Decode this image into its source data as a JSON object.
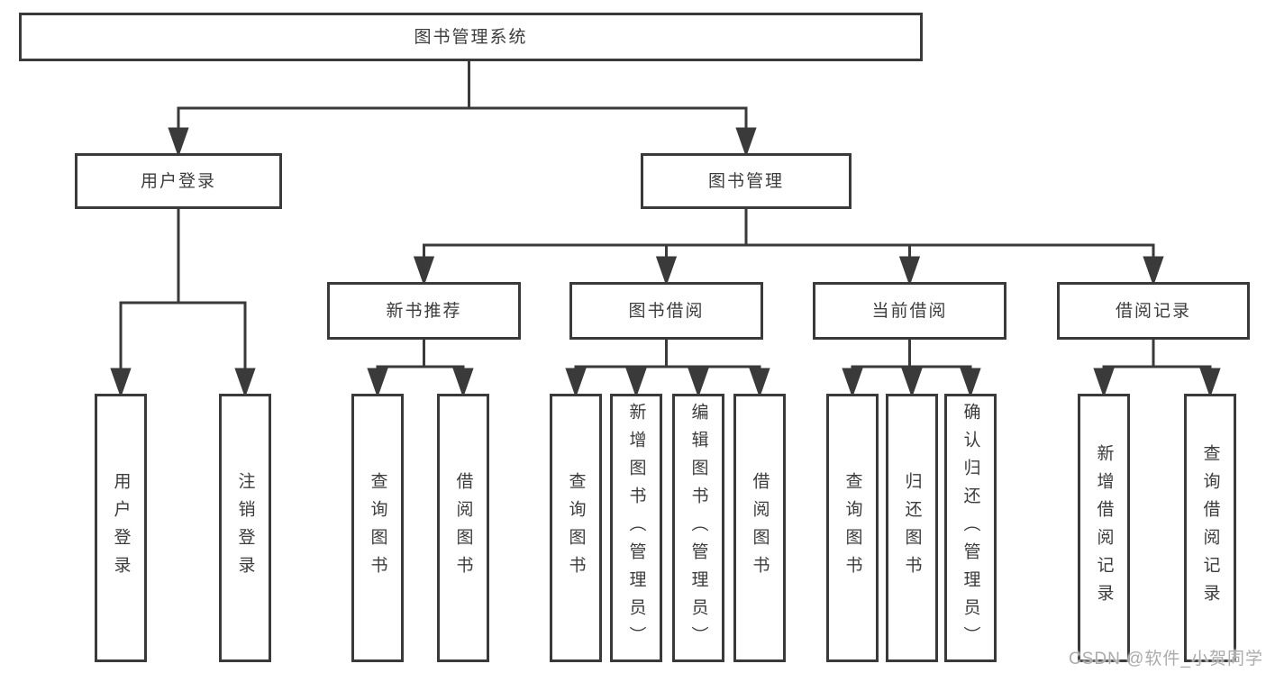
{
  "diagram": {
    "tree": {
      "label": "图书管理系统",
      "children": [
        {
          "label": "用户登录",
          "children": [
            {
              "label": "用户登录"
            },
            {
              "label": "注销登录"
            }
          ]
        },
        {
          "label": "图书管理",
          "children": [
            {
              "label": "新书推荐",
              "children": [
                {
                  "label": "查询图书"
                },
                {
                  "label": "借阅图书"
                }
              ]
            },
            {
              "label": "图书借阅",
              "children": [
                {
                  "label": "查询图书"
                },
                {
                  "label": "新增图书（管理员）"
                },
                {
                  "label": "编辑图书（管理员）"
                },
                {
                  "label": "借阅图书"
                }
              ]
            },
            {
              "label": "当前借阅",
              "children": [
                {
                  "label": "查询图书"
                },
                {
                  "label": "归还图书"
                },
                {
                  "label": "确认归还（管理员）"
                }
              ]
            },
            {
              "label": "借阅记录",
              "children": [
                {
                  "label": "新增借阅记录"
                },
                {
                  "label": "查询借阅记录"
                }
              ]
            }
          ]
        }
      ]
    },
    "watermark": "CSDN @软件_小贺同学",
    "colors": {
      "line": "#3a3a3a",
      "text": "#3c3c3c",
      "watermark": "#ababab",
      "background": "#ffffff"
    }
  }
}
